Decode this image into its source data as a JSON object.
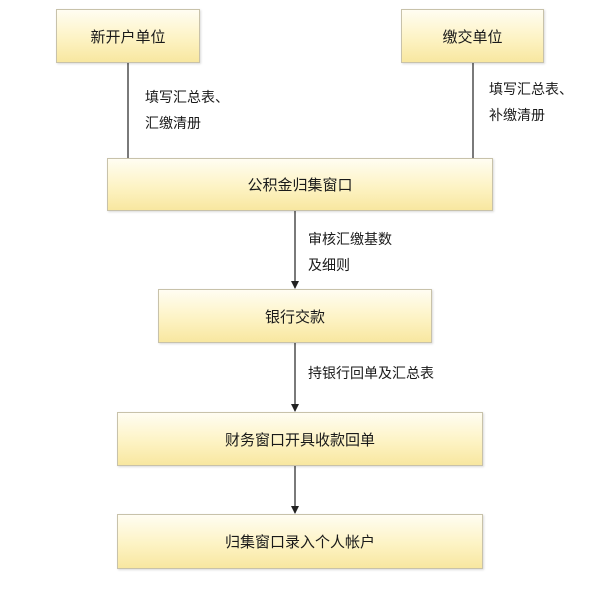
{
  "boxes": {
    "new_unit": "新开户单位",
    "paying_unit": "缴交单位",
    "fund_window": "公积金归集窗口",
    "bank_payment": "银行交款",
    "finance_receipt": "财务窗口开具收款回单",
    "account_entry": "归集窗口录入个人帐户"
  },
  "labels": {
    "new_unit_line1": "填写汇总表、",
    "new_unit_line2": "汇缴清册",
    "paying_unit_line1": "填写汇总表、",
    "paying_unit_line2": "补缴清册",
    "review_line1": "审核汇缴基数",
    "review_line2": "及细则",
    "bank_receipt": "持银行回单及汇总表"
  }
}
